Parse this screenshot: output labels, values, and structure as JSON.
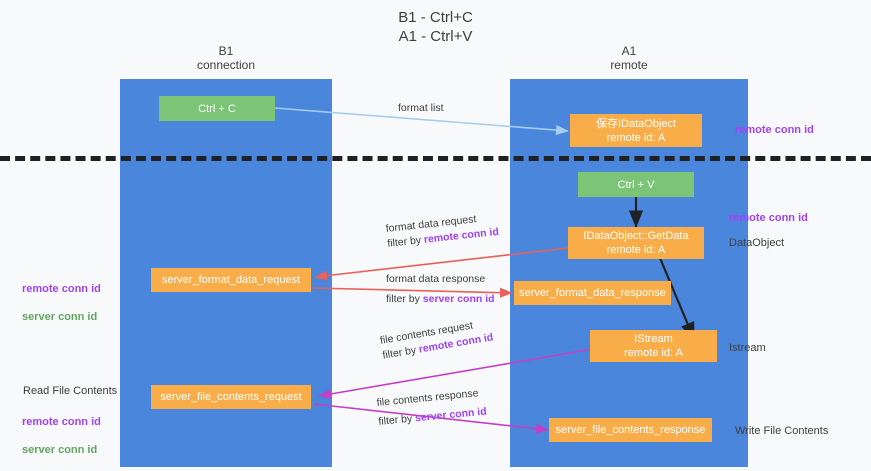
{
  "title": "B1 - Ctrl+C\nA1 - Ctrl+V",
  "columns": {
    "left": {
      "name": "B1",
      "role": "connection",
      "heading": "B1\nconnection"
    },
    "right": {
      "name": "A1",
      "role": "remote",
      "heading": "A1\nremote"
    }
  },
  "colors": {
    "lane": "#4b86dd",
    "green_node": "#7cc576",
    "orange_node": "#f9ad49",
    "purple_text": "#a142f4",
    "green_text": "#5fa75f",
    "divider": "#202124",
    "arrow_blue": "#a6cdf0",
    "arrow_red": "#e8615a",
    "arrow_magenta": "#c53fc5",
    "arrow_black": "#202124",
    "background": "#f8f9fa"
  },
  "nodes": {
    "ctrl_c": "Ctrl + C",
    "ctrl_v": "Ctrl + V",
    "save_idataobject": "保存IDataObject\nremote id: A",
    "idataobject_getdata": "IDataObject::GetData\nremote id: A",
    "server_format_data_request": "server_format_data_request",
    "server_format_data_response": "server_format_data_response",
    "istream": "IStream\nremote id: A",
    "server_file_contents_request": "server_file_contents_request",
    "server_file_contents_response": "server_file_contents_response"
  },
  "edge_labels": {
    "format_list": "format list",
    "format_data_request": "format data request",
    "format_data_request_filter_prefix": "filter by ",
    "format_data_request_filter_key": "remote conn id",
    "format_data_response": "format data response",
    "format_data_response_filter_prefix": "filter by ",
    "format_data_response_filter_key": "server conn id",
    "file_contents_request": "file contents request",
    "file_contents_request_filter_prefix": "filter by ",
    "file_contents_request_filter_key": "remote conn id",
    "file_contents_response": "file contents response",
    "file_contents_response_filter_prefix": "filter by ",
    "file_contents_response_filter_key": "server conn id"
  },
  "annotations": {
    "right_remote_conn_id_top": "remote conn id",
    "right_remote_conn_id_mid": "remote conn id",
    "right_dataobject": "DataObject",
    "right_istream": "Istream",
    "right_write_file_contents": "Write File Contents",
    "left_ids_mid_remote": "remote conn id",
    "left_ids_mid_server": "server conn id",
    "left_read_file_contents": "Read File Contents",
    "left_ids_bottom_remote": "remote conn id",
    "left_ids_bottom_server": "server conn id"
  }
}
